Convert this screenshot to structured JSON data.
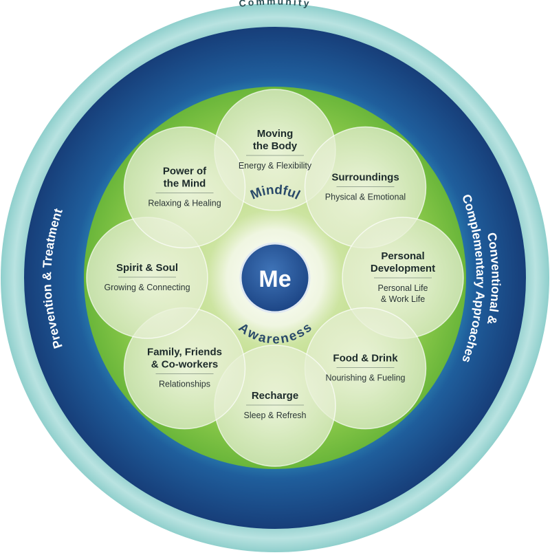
{
  "outer_ring": {
    "label": "Community"
  },
  "middle_ring": {
    "left_label": "Prevention & Treatment",
    "right_label_line1": "Conventional &",
    "right_label_line2": "Complementary Approaches"
  },
  "center": {
    "label": "Me",
    "arc_top": "Mindful",
    "arc_bottom": "Awareness"
  },
  "petals": [
    {
      "title_lines": [
        "Moving",
        "the Body"
      ],
      "subtitle_lines": [
        "Energy & Flexibility"
      ]
    },
    {
      "title_lines": [
        "Surroundings"
      ],
      "subtitle_lines": [
        "Physical & Emotional"
      ]
    },
    {
      "title_lines": [
        "Personal",
        "Development"
      ],
      "subtitle_lines": [
        "Personal Life",
        "& Work Life"
      ]
    },
    {
      "title_lines": [
        "Food & Drink"
      ],
      "subtitle_lines": [
        "Nourishing & Fueling"
      ]
    },
    {
      "title_lines": [
        "Recharge"
      ],
      "subtitle_lines": [
        "Sleep & Refresh"
      ]
    },
    {
      "title_lines": [
        "Family, Friends",
        "& Co-workers"
      ],
      "subtitle_lines": [
        "Relationships"
      ]
    },
    {
      "title_lines": [
        "Spirit & Soul"
      ],
      "subtitle_lines": [
        "Growing & Connecting"
      ]
    },
    {
      "title_lines": [
        "Power of",
        "the Mind"
      ],
      "subtitle_lines": [
        "Relaxing & Healing"
      ]
    }
  ],
  "colors": {
    "outer_ring": "#a8d9d8",
    "middle_ring": "#1f4f8f",
    "green_field": "#7cc242",
    "petal": "#eef4df",
    "center": "#2a5aa0"
  }
}
